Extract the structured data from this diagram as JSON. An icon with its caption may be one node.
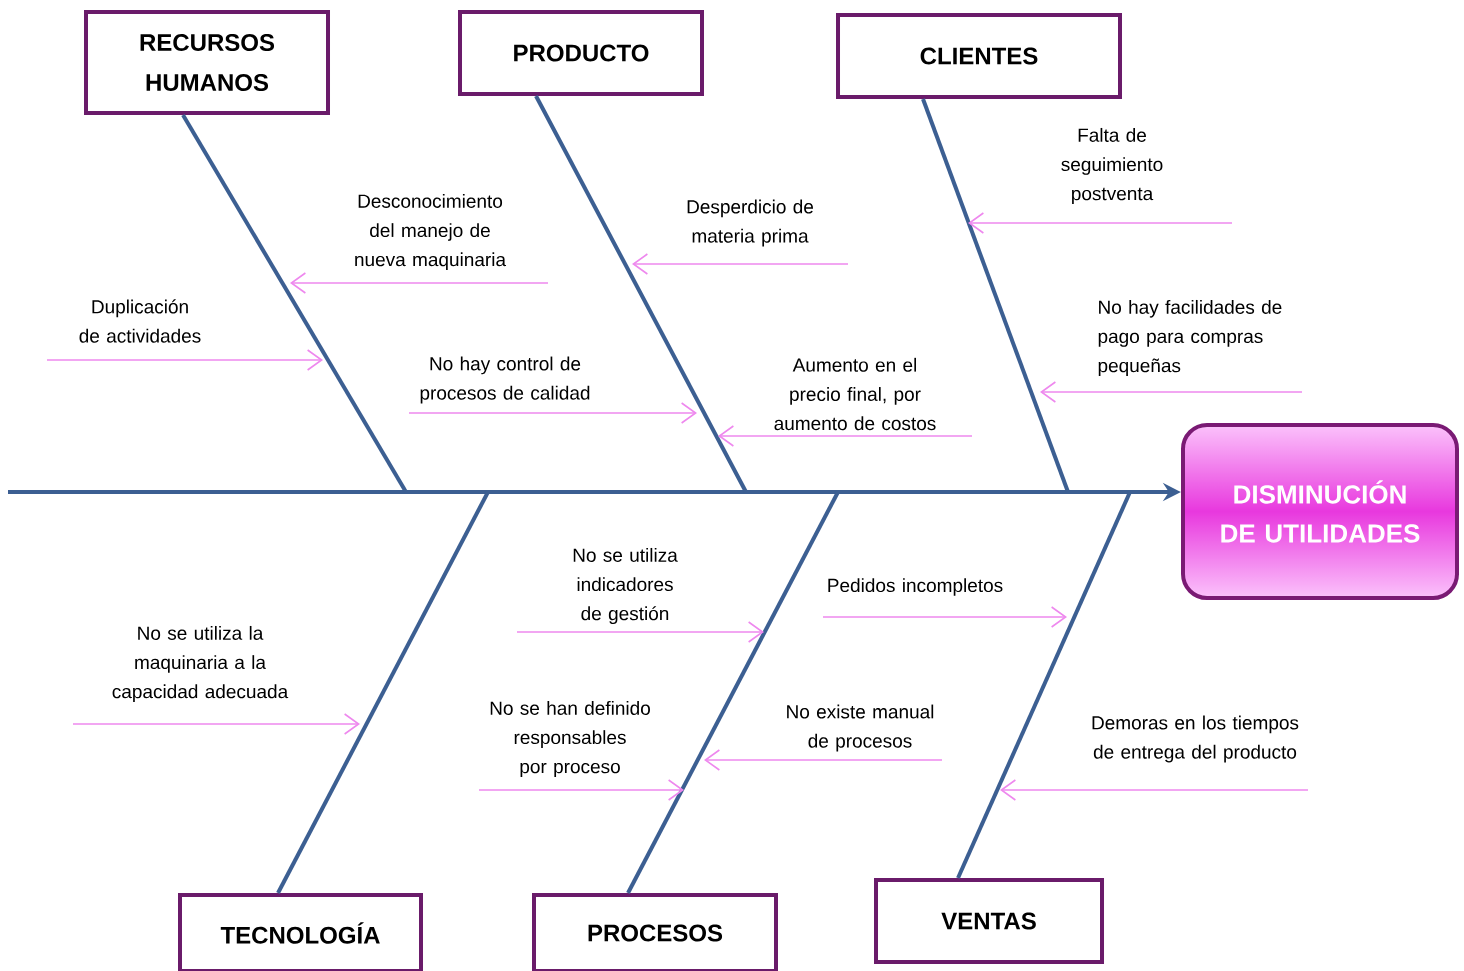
{
  "diagram": {
    "nodes": [
      {
        "text": [
          "RECURSOS HUMANOS"
        ]
      },
      {
        "text": [
          "PRODUCTO"
        ]
      },
      {
        "text": [
          "CLIENTES"
        ]
      },
      {
        "text": [
          "DISMINUCIÓN DE UTILIDADES"
        ]
      },
      {
        "text": [
          "TECNOLOGÍA"
        ]
      },
      {
        "text": [
          "PROCESOS"
        ]
      },
      {
        "text": [
          "VENTAS"
        ]
      },
      {
        "text": [
          "Desconocimiento del manejo de nueva maquinaria"
        ]
      },
      {
        "text": [
          "Duplicación de actividades"
        ]
      },
      {
        "text": [
          "No hay control de procesos de calidad"
        ]
      },
      {
        "text": [
          "Desperdicio de materia prima"
        ]
      },
      {
        "text": [
          "Aumento en el precio final, por aumento de costos"
        ]
      },
      {
        "text": [
          "Falta de seguimiento postventa"
        ]
      },
      {
        "text": [
          "No hay facilidades de pago para compras pequeñas"
        ]
      },
      {
        "text": [
          "No se utiliza la maquinaria a la capacidad adecuada"
        ]
      },
      {
        "text": [
          "No se utiliza indicadores de gestión"
        ]
      },
      {
        "text": [
          "No se han definido responsables por proceso"
        ]
      },
      {
        "text": [
          "No existe manual de procesos"
        ]
      },
      {
        "text": [
          "Pedidos incompletos"
        ]
      },
      {
        "text": [
          "Demoras en los tiempos de entrega del producto"
        ]
      }
    ],
    "edges": [
      {
        "from": null,
        "to": 3,
        "arrow": "to",
        "style": "thick",
        "color": "#3c5f92"
      },
      {
        "from": 0,
        "to": null,
        "arrow": "none",
        "style": "thick",
        "color": "#3c5f92"
      },
      {
        "from": 1,
        "to": null,
        "arrow": "none",
        "style": "thick",
        "color": "#3c5f92"
      },
      {
        "from": 2,
        "to": null,
        "arrow": "none",
        "style": "thick",
        "color": "#3c5f92"
      },
      {
        "from": 4,
        "to": null,
        "arrow": "none",
        "style": "thick",
        "color": "#3c5f92"
      },
      {
        "from": 5,
        "to": null,
        "arrow": "none",
        "style": "thick",
        "color": "#3c5f92"
      },
      {
        "from": 6,
        "to": null,
        "arrow": "none",
        "style": "thick",
        "color": "#3c5f92"
      },
      {
        "from": 7,
        "to": null,
        "arrow": "to"
      },
      {
        "from": 8,
        "to": null,
        "arrow": "to"
      },
      {
        "from": 9,
        "to": null,
        "arrow": "to"
      },
      {
        "from": 10,
        "to": null,
        "arrow": "to"
      },
      {
        "from": 11,
        "to": null,
        "arrow": "to"
      },
      {
        "from": 12,
        "to": null,
        "arrow": "to"
      },
      {
        "from": 13,
        "to": null,
        "arrow": "to"
      },
      {
        "from": 14,
        "to": null,
        "arrow": "to"
      },
      {
        "from": 15,
        "to": null,
        "arrow": "to"
      },
      {
        "from": 16,
        "to": null,
        "arrow": "to"
      },
      {
        "from": 17,
        "to": null,
        "arrow": "to"
      },
      {
        "from": 18,
        "to": null,
        "arrow": "to"
      },
      {
        "from": 19,
        "to": null,
        "arrow": "to"
      }
    ]
  }
}
